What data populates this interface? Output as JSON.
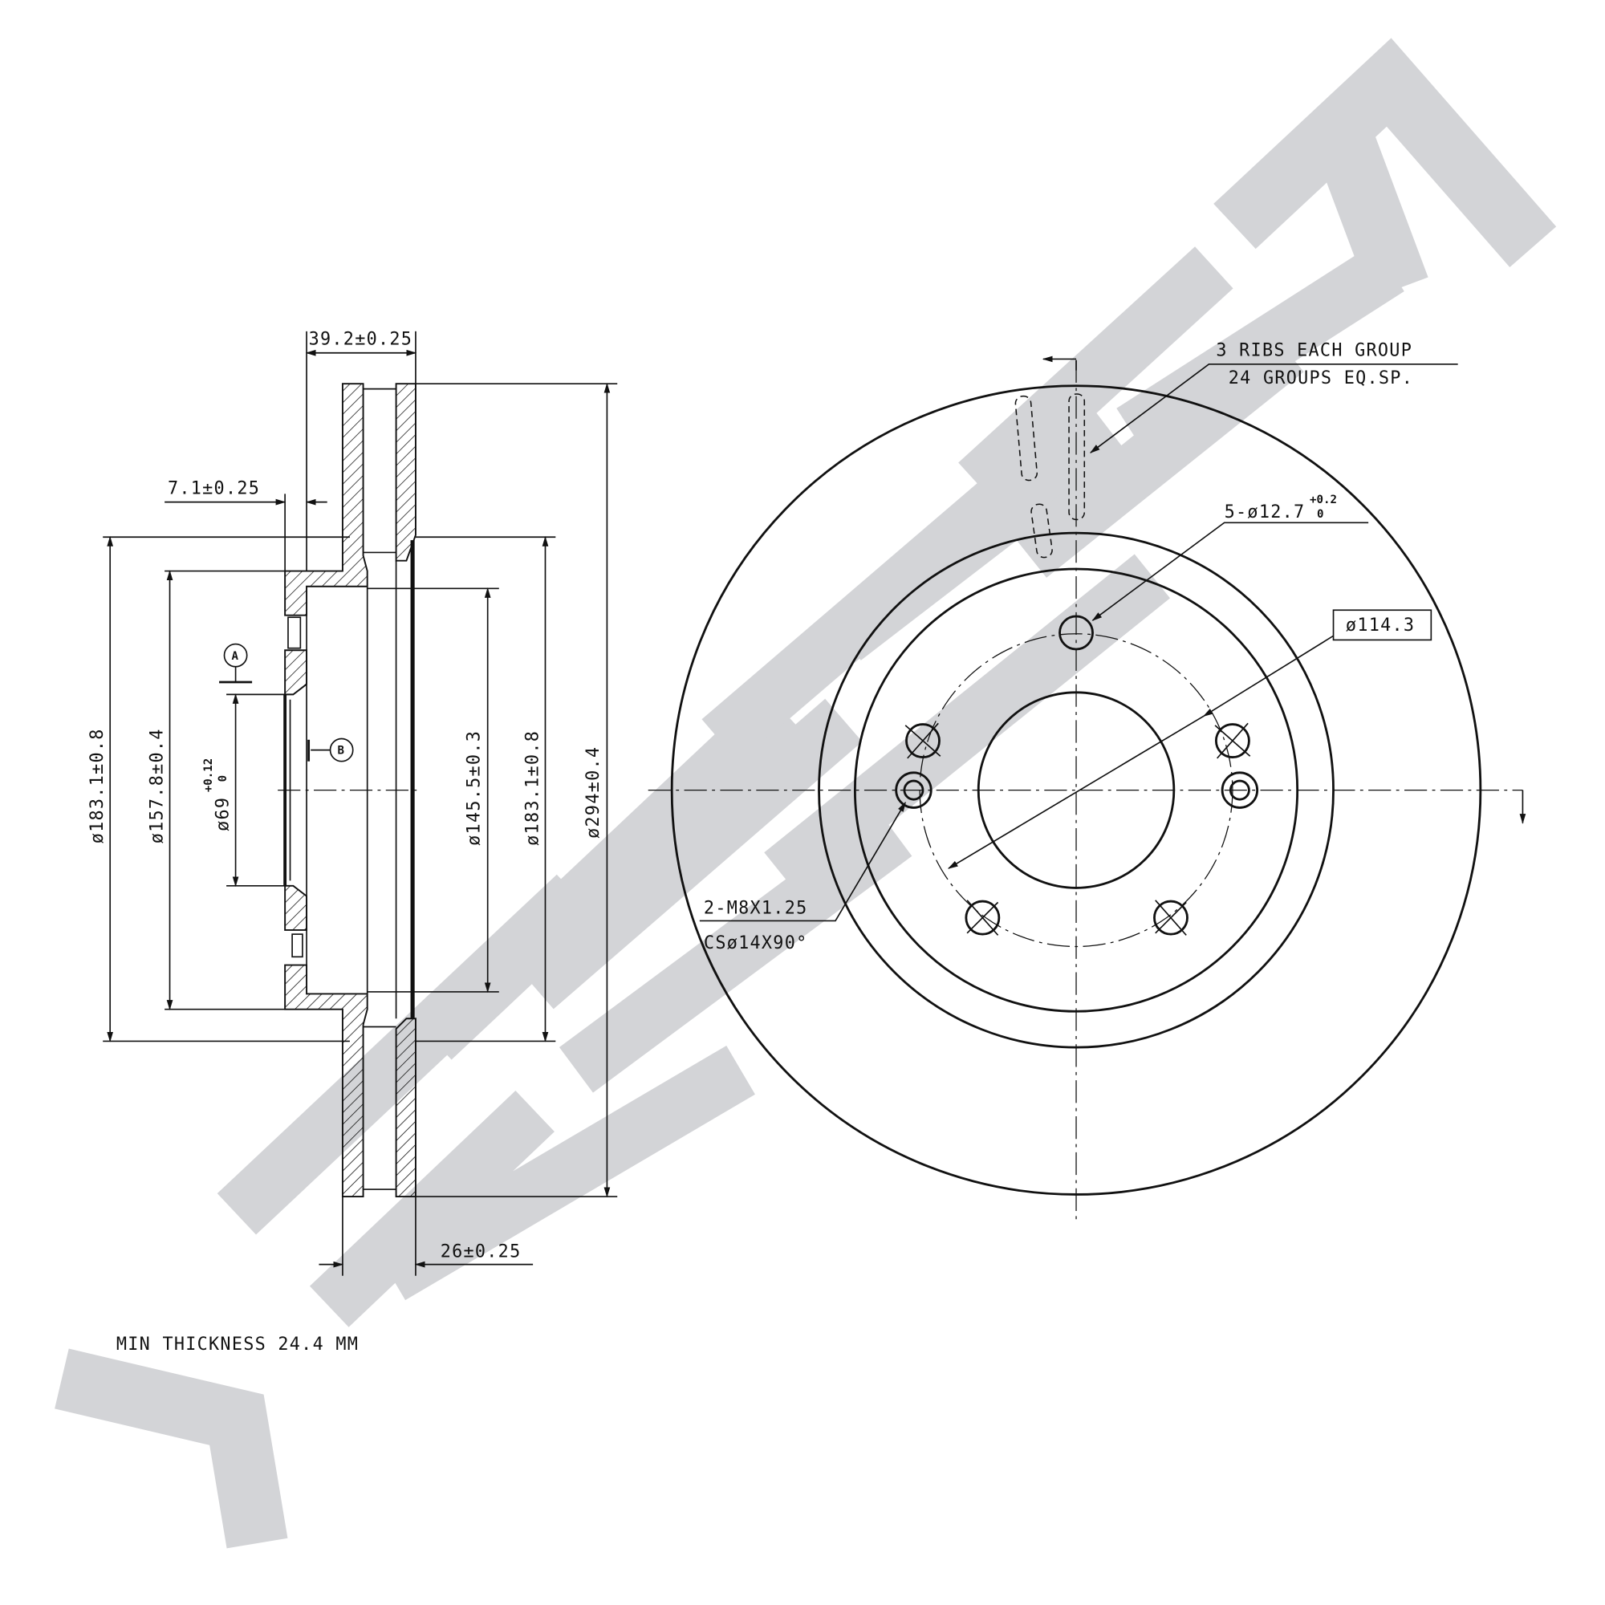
{
  "drawing": {
    "section_view": {
      "dim_overall_width": "39.2±0.25",
      "dim_hat_thickness": "7.1±0.25",
      "dim_outer_183_left": "ø183.1±0.8",
      "dim_157": "ø157.8±0.4",
      "dim_bore_base": "ø69",
      "dim_bore_tol_upper": "+0.12",
      "dim_bore_tol_lower": "0",
      "dim_145": "ø145.5±0.3",
      "dim_outer_183_right": "ø183.1±0.8",
      "dim_294": "ø294±0.4",
      "dim_disc_thickness": "26±0.25",
      "datum_a": "A",
      "datum_b": "B",
      "min_thickness_note": "MIN THICKNESS 24.4 MM"
    },
    "front_view": {
      "ribs_note_line1": "3 RIBS EACH GROUP",
      "ribs_note_line2": "24 GROUPS EQ.SP.",
      "holes_note_base": "5-ø12.7",
      "holes_tol_upper": "+0.2",
      "holes_tol_lower": "0",
      "pcd_box": "ø114.3",
      "thread_note_line1": "2-M8X1.25",
      "thread_note_line2": "CSø14X90°"
    }
  },
  "colors": {
    "line": "#111111",
    "watermark": "#d3d4d7"
  }
}
